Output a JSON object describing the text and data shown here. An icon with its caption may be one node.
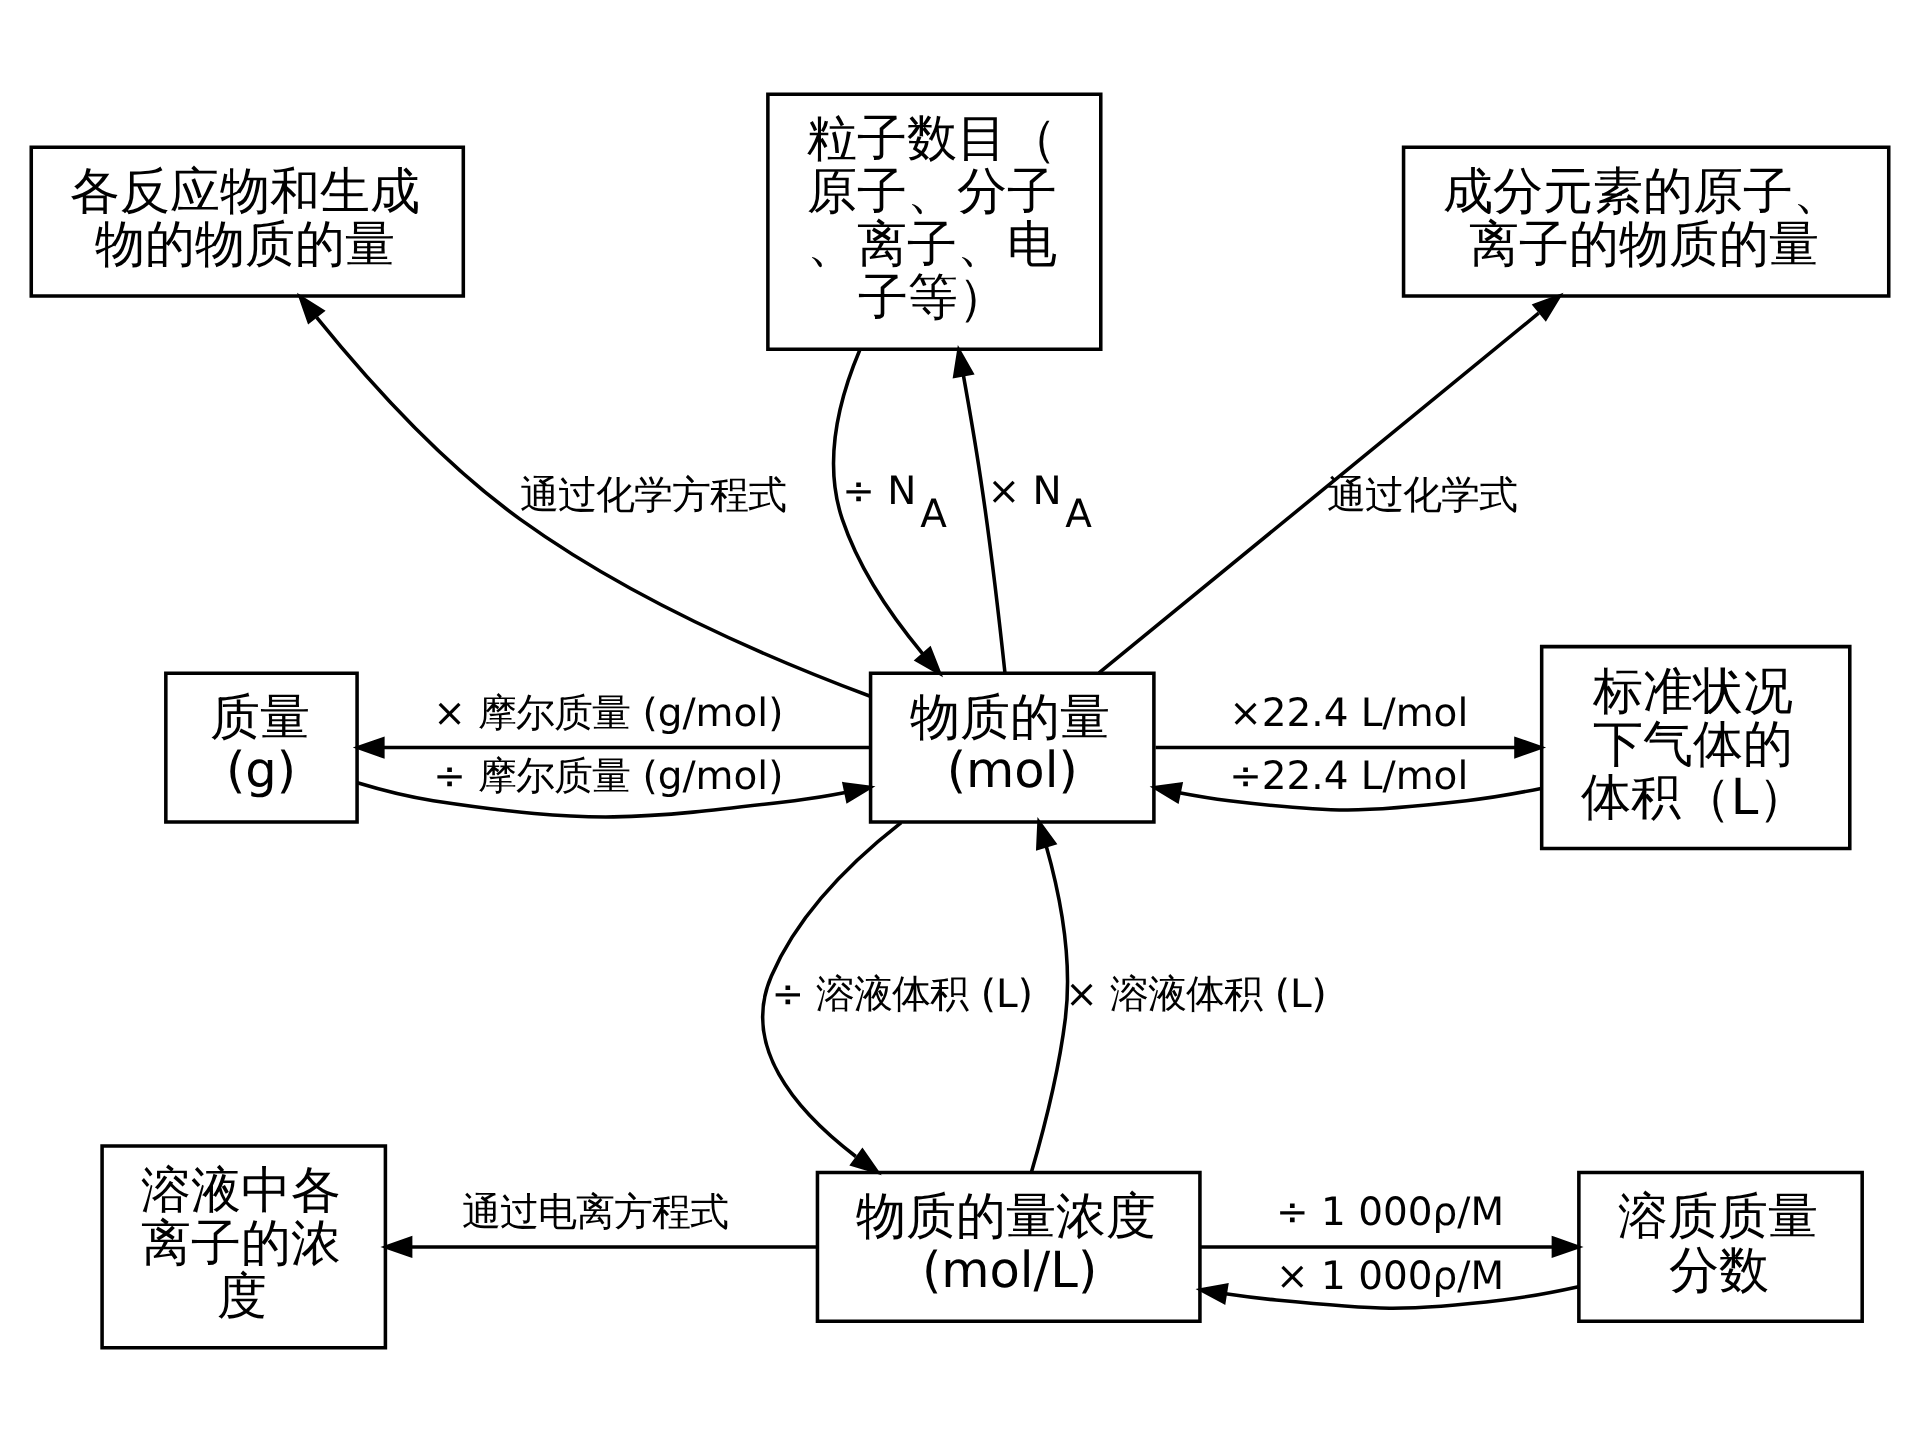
{
  "diagram": {
    "nodes": [
      {
        "text": [
          "各反应物和生成物的物质的量"
        ]
      },
      {
        "text": [
          "粒子数目（原子、分子、离子、电子等）"
        ]
      },
      {
        "text": [
          "成分元素的原子、离子的物质的量"
        ]
      },
      {
        "text": [
          "质量(g)"
        ]
      },
      {
        "text": [
          "物质的量(mol)"
        ]
      },
      {
        "text": [
          "标准状况下气体的体积（L）"
        ]
      },
      {
        "text": [
          "溶液中各离子的浓度"
        ]
      },
      {
        "text": [
          "物质的量浓度(mol/L)"
        ]
      },
      {
        "text": [
          "溶质质量分数"
        ]
      }
    ],
    "edges": [
      {
        "from": 4,
        "to": 0,
        "arrow": "to",
        "label": "通过化学方程式"
      },
      {
        "from": 4,
        "to": 1,
        "arrow": "to",
        "label": "× N$_{A}$"
      },
      {
        "from": 1,
        "to": 4,
        "arrow": "to",
        "label": "÷ N$_{A}$"
      },
      {
        "from": 4,
        "to": 2,
        "arrow": "to",
        "label": "通过化学式"
      },
      {
        "from": 4,
        "to": 3,
        "arrow": "to",
        "label": "× 摩尔质量 (g/mol)"
      },
      {
        "from": 3,
        "to": 4,
        "arrow": "to",
        "label": "÷ 摩尔质量 (g/mol)"
      },
      {
        "from": 4,
        "to": 5,
        "arrow": "to",
        "label": "×22.4 L/mol"
      },
      {
        "from": 5,
        "to": 4,
        "arrow": "to",
        "label": "÷22.4 L/mol"
      },
      {
        "from": 4,
        "to": 7,
        "arrow": "to",
        "label": "÷ 溶液体积 (L)"
      },
      {
        "from": 7,
        "to": 4,
        "arrow": "to",
        "label": "× 溶液体积 (L)"
      },
      {
        "from": 7,
        "to": 6,
        "arrow": "to",
        "label": "通过电离方程式"
      },
      {
        "from": 7,
        "to": 8,
        "arrow": "to",
        "label": "÷ 1 000ρ/M"
      },
      {
        "from": 8,
        "to": 7,
        "arrow": "to",
        "label": "× 1 000ρ/M"
      }
    ]
  }
}
